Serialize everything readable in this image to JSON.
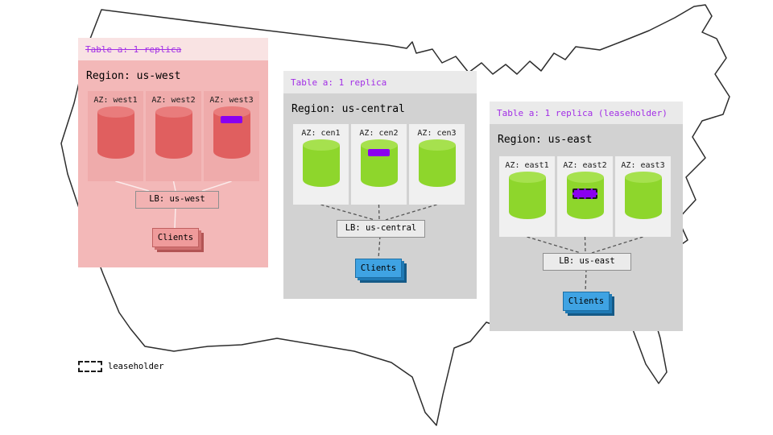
{
  "legend": {
    "label": "leaseholder"
  },
  "regions": [
    {
      "table_label": "Table a: 1 replica",
      "table_struck": true,
      "title": "Region: us-west",
      "azs": [
        {
          "label": "AZ: west1",
          "replica": false
        },
        {
          "label": "AZ: west2",
          "replica": false
        },
        {
          "label": "AZ: west3",
          "replica": true
        }
      ],
      "lb_label": "LB: us-west",
      "clients_label": "Clients"
    },
    {
      "table_label": "Table a: 1 replica",
      "table_struck": false,
      "title": "Region: us-central",
      "azs": [
        {
          "label": "AZ: cen1",
          "replica": false
        },
        {
          "label": "AZ: cen2",
          "replica": true
        },
        {
          "label": "AZ: cen3",
          "replica": false
        }
      ],
      "lb_label": "LB: us-central",
      "clients_label": "Clients"
    },
    {
      "table_label": "Table a: 1 replica (leaseholder)",
      "table_struck": false,
      "title": "Region: us-east",
      "azs": [
        {
          "label": "AZ: east1",
          "replica": false
        },
        {
          "label": "AZ: east2",
          "replica": true,
          "leaseholder": true
        },
        {
          "label": "AZ: east3",
          "replica": false
        }
      ],
      "lb_label": "LB: us-east",
      "clients_label": "Clients"
    }
  ],
  "colors": {
    "purple_text": "#a22ee6",
    "replica_chip": "#8a00f0",
    "red_cylinder": "#e05f5f",
    "green_cylinder": "#8ed62c",
    "clients_blue": "#3fa3e3",
    "clients_red": "#ef9b9b",
    "west_region": "#f3b8b8",
    "gray_region": "#d2d2d2",
    "map_outline": "#2d2d2d"
  }
}
